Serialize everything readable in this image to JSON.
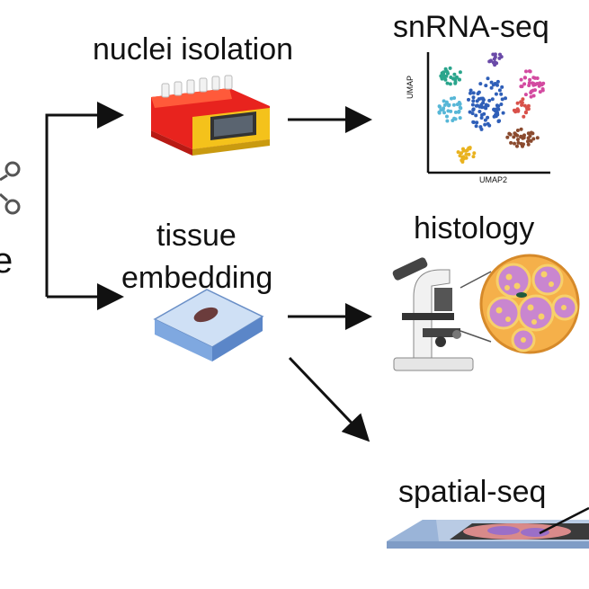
{
  "labels": {
    "nuclei_isolation": "nuclei isolation",
    "snrna_seq": "snRNA-seq",
    "tissue_line1": "tissue",
    "tissue_line2": "embedding",
    "histology": "histology",
    "spatial_seq": "spatial-seq",
    "edge_letter": "e"
  },
  "umap": {
    "ylabel": "UMAP",
    "xlabel": "UMAP2"
  },
  "icons": {
    "scissors": "scissors-icon",
    "heat_block": "heat-block-icon",
    "embedding_plate": "embedding-plate-icon",
    "microscope": "microscope-icon",
    "tissue_section": "tissue-cross-section-icon",
    "slide": "spatial-slide-icon"
  },
  "colors": {
    "arrow": "#111111",
    "heat_block_red": "#e8231e",
    "heat_block_yellow": "#f4c21b",
    "plate_blue": "#7fa8e0",
    "cluster_blue": "#2f5fb8",
    "cluster_pink": "#d34aa0",
    "cluster_teal": "#2aa58c",
    "cluster_cyan": "#57b7d7",
    "cluster_brown": "#8a4a2e",
    "cluster_yellow": "#e9b21e",
    "cluster_purple": "#6a4aa8",
    "cluster_red": "#d9514a"
  }
}
